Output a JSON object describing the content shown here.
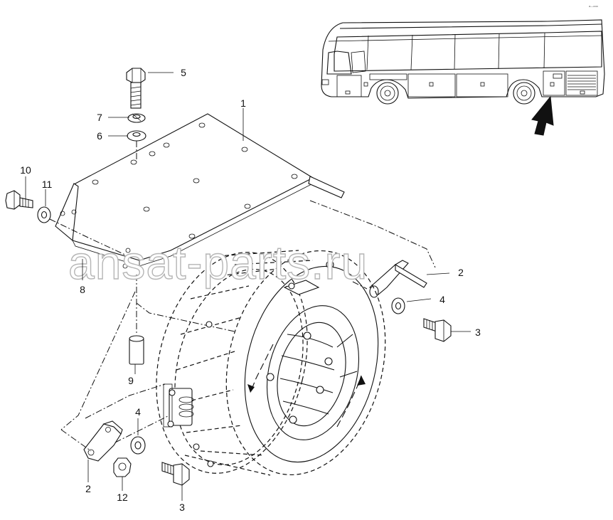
{
  "callouts": {
    "c1": "1",
    "c2a": "2",
    "c2b": "2",
    "c3a": "3",
    "c3b": "3",
    "c4a": "4",
    "c4b": "4",
    "c5": "5",
    "c6": "6",
    "c7": "7",
    "c8": "8",
    "c9": "9",
    "c10": "10",
    "c11": "11",
    "c12": "12"
  },
  "watermark": "ansat-parts.ru",
  "corner_mark": "a—ooo",
  "icons": {
    "bus": "bus-side-view-icon",
    "location_arrow": "location-arrow-icon"
  },
  "colors": {
    "line": "#111111",
    "watermark_outline": "#b5b5b5",
    "background": "#ffffff"
  }
}
